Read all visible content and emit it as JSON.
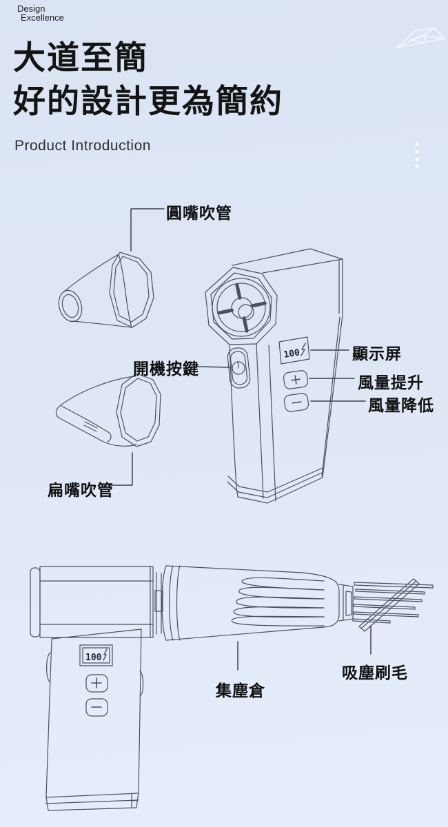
{
  "page": {
    "background_top": "#dbe4f4",
    "background_bottom": "#e7edfa",
    "line_color": "#4a505c",
    "heading_color": "#141414"
  },
  "header": {
    "brand_line1": "Design",
    "brand_line2": "Excellence",
    "title_line1": "大道至簡",
    "title_line2": "好的設計更為簡約",
    "subtitle": "Product Introduction"
  },
  "device": {
    "display_value": "100"
  },
  "labels": {
    "round_nozzle": "圓嘴吹管",
    "power_button": "開機按鍵",
    "display_screen": "顯示屏",
    "airflow_up": "風量提升",
    "airflow_down": "風量降低",
    "flat_nozzle": "扁嘴吹管",
    "dust_chamber": "集塵倉",
    "vacuum_brush": "吸塵刷毛"
  },
  "icons": {
    "gem": "gem-outline-icon",
    "dots": "dots-decoration-icon",
    "plus": "plus-icon",
    "minus": "minus-icon",
    "power": "power-icon",
    "lightning": "lightning-icon"
  }
}
